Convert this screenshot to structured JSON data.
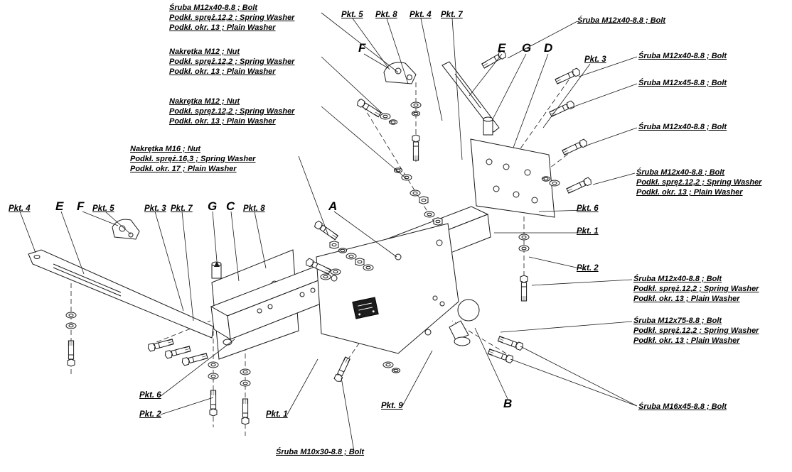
{
  "figure": {
    "ink_color": "#1a1a1a",
    "background_color": "#ffffff"
  },
  "callouts": [
    {
      "lines": [
        "Śruba M12x40-8.8 ;  Bolt",
        "Podkł. spręż.12,2 ; Spring Washer",
        "Podkł. okr. 13 ; Plain Washer"
      ]
    },
    {
      "lines": [
        "Nakrętka  M12 ; Nut",
        "Podkł. spręż.12,2 ; Spring Washer",
        "Podkł. okr. 13 ; Plain Washer"
      ]
    },
    {
      "lines": [
        "Nakrętka  M12 ; Nut",
        "Podkł. spręż.12,2 ; Spring Washer",
        "Podkł. okr. 13 ; Plain Washer"
      ]
    },
    {
      "lines": [
        "Nakrętka  M16 ; Nut",
        "Podkł. spręż.16,3 ; Spring Washer",
        "Podkł. okr. 17 ; Plain Washer"
      ]
    },
    {
      "lines": [
        "Śruba M12x40-8.8 ;  Bolt"
      ]
    },
    {
      "lines": [
        "Śruba M12x40-8.8 ;  Bolt"
      ]
    },
    {
      "lines": [
        "Śruba M12x45-8.8 ;  Bolt"
      ]
    },
    {
      "lines": [
        "Śruba M12x40-8.8 ;  Bolt"
      ]
    },
    {
      "lines": [
        "Śruba M12x40-8.8 ;  Bolt",
        "Podkł. spręż.12,2 ; Spring Washer",
        "Podkł. okr. 13 ; Plain Washer"
      ]
    },
    {
      "lines": [
        "Śruba M12x40-8.8 ;  Bolt",
        "Podkł. spręż.12,2 ; Spring Washer",
        "Podkł. okr. 13 ; Plain Washer"
      ]
    },
    {
      "lines": [
        "Śruba M12x75-8.8 ;  Bolt",
        "Podkł. spręż.12,2 ; Spring Washer",
        "Podkł. okr. 13 ; Plain Washer"
      ]
    },
    {
      "lines": [
        "Śruba M16x45-8.8 ;  Bolt"
      ]
    },
    {
      "lines": [
        "Śruba M10x30-8.8 ;  Bolt"
      ]
    }
  ],
  "points": [
    "Pkt. 5",
    "Pkt. 8",
    "Pkt. 4",
    "Pkt. 7",
    "Pkt. 3",
    "Pkt. 6",
    "Pkt. 1",
    "Pkt. 2",
    "Pkt. 4",
    "Pkt. 5",
    "Pkt. 3",
    "Pkt. 7",
    "Pkt. 8",
    "Pkt. 6",
    "Pkt. 2",
    "Pkt. 1",
    "Pkt. 9"
  ],
  "letters": [
    "F",
    "E",
    "G",
    "D",
    "E",
    "F",
    "G",
    "C",
    "A",
    "B"
  ]
}
